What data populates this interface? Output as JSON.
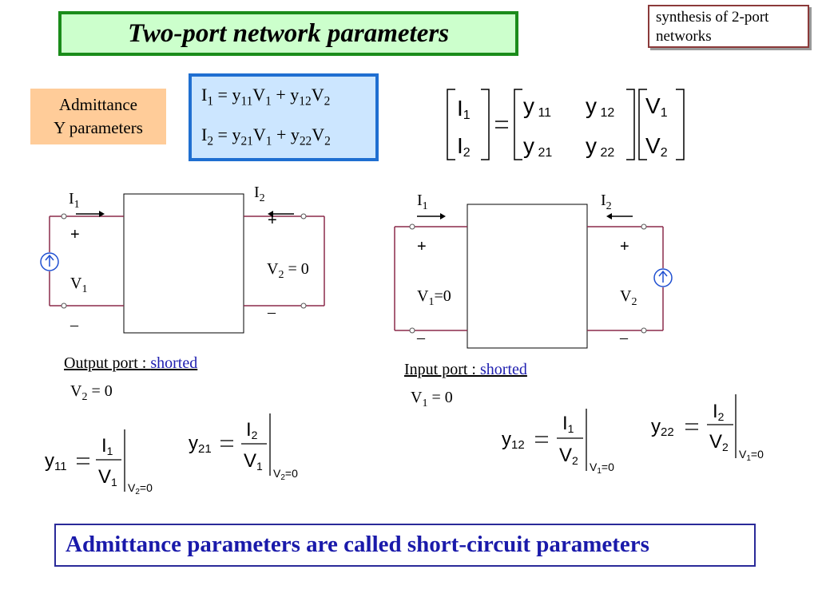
{
  "title": "Two-port network parameters",
  "corner_note": "synthesis of 2-port networks",
  "admittance_label": {
    "line1": "Admittance",
    "line2": "Y parameters"
  },
  "equations": {
    "eq1": {
      "lhs": "I",
      "lhs_sub": "1",
      "t1": "y",
      "t1_sub": "11",
      "t1v": "V",
      "t1v_sub": "1",
      "t2": "y",
      "t2_sub": "12",
      "t2v": "V",
      "t2v_sub": "2"
    },
    "eq2": {
      "lhs": "I",
      "lhs_sub": "2",
      "t1": "y",
      "t1_sub": "21",
      "t1v": "V",
      "t1v_sub": "1",
      "t2": "y",
      "t2_sub": "22",
      "t2v": "V",
      "t2v_sub": "2"
    }
  },
  "matrix": {
    "lhs": [
      "I1",
      "I2"
    ],
    "y": [
      [
        "y11",
        "y12"
      ],
      [
        "y21",
        "y22"
      ]
    ],
    "rhs": [
      "V1",
      "V2"
    ]
  },
  "left_circuit": {
    "i1": "I",
    "i1_sub": "1",
    "i2": "I",
    "i2_sub": "2",
    "plus_left": "+",
    "plus_right": "+",
    "v1": "V",
    "v1_sub": "1",
    "minus_left": "–",
    "minus_right": "–",
    "v2_eq": "V",
    "v2_eq_sub": "2",
    "v2_eq_rest": " = 0",
    "caption_prefix": "Output port : ",
    "caption_link": "shorted",
    "condition": "V",
    "condition_sub": "2",
    "condition_rest": " = 0"
  },
  "right_circuit": {
    "i1": "I",
    "i1_sub": "1",
    "i2": "I",
    "i2_sub": "2",
    "plus_left": "+",
    "plus_right": "+",
    "v1_eq": "V",
    "v1_eq_sub": "1",
    "v1_eq_rest": "=0",
    "v2": "V",
    "v2_sub": "2",
    "minus_left": "–",
    "minus_right": "–",
    "caption_prefix": "Input port : ",
    "caption_link": "shorted",
    "condition": "V",
    "condition_sub": "1",
    "condition_rest": " = 0"
  },
  "formulas": {
    "y11": {
      "name": "y",
      "name_sub": "11",
      "num": "I",
      "num_sub": "1",
      "den": "V",
      "den_sub": "1",
      "cond": "V",
      "cond_sub": "2",
      "cond_rest": "=0"
    },
    "y21": {
      "name": "y",
      "name_sub": "21",
      "num": "I",
      "num_sub": "2",
      "den": "V",
      "den_sub": "1",
      "cond": "V",
      "cond_sub": "2",
      "cond_rest": "=0"
    },
    "y12": {
      "name": "y",
      "name_sub": "12",
      "num": "I",
      "num_sub": "1",
      "den": "V",
      "den_sub": "2",
      "cond": "V",
      "cond_sub": "1",
      "cond_rest": "=0"
    },
    "y22": {
      "name": "y",
      "name_sub": "22",
      "num": "I",
      "num_sub": "2",
      "den": "V",
      "den_sub": "2",
      "cond": "V",
      "cond_sub": "1",
      "cond_rest": "=0"
    }
  },
  "banner": "Admittance parameters are called short-circuit parameters",
  "colors": {
    "title_bg": "#ccffcc",
    "title_border": "#1a8c1a",
    "eq_bg": "#cce6ff",
    "eq_border": "#1f6fd1",
    "adm_bg": "#ffcc99",
    "wire": "#8b2a4a",
    "source": "#1f4fd1",
    "banner_text": "#1a1aaa"
  }
}
